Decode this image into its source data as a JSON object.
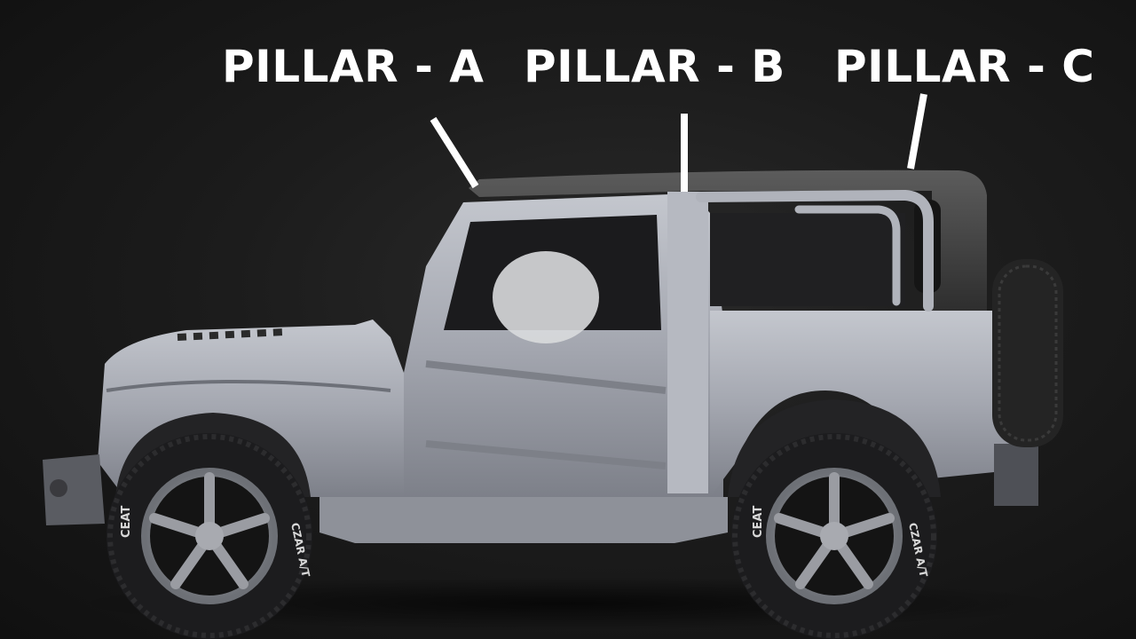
{
  "labels": {
    "pillar_a": "PILLAR - A",
    "pillar_b": "PILLAR - B",
    "pillar_c": "PILLAR - C"
  },
  "vehicle": {
    "description": "Side cutaway of an off-road SUV body-in-white showing A, B and C pillars, with roll cage, airbag and spare wheel",
    "tyre_brand": "CEAT",
    "tyre_model": "CZAR A/T"
  },
  "colors": {
    "background": "#1a1a1a",
    "label_text": "#ffffff",
    "pointer_line": "#ffffff",
    "body_panel": "#a9acb4",
    "roof": "#4a4a4a",
    "tyre": "#1e1e1e",
    "rim": "#8e9096"
  }
}
